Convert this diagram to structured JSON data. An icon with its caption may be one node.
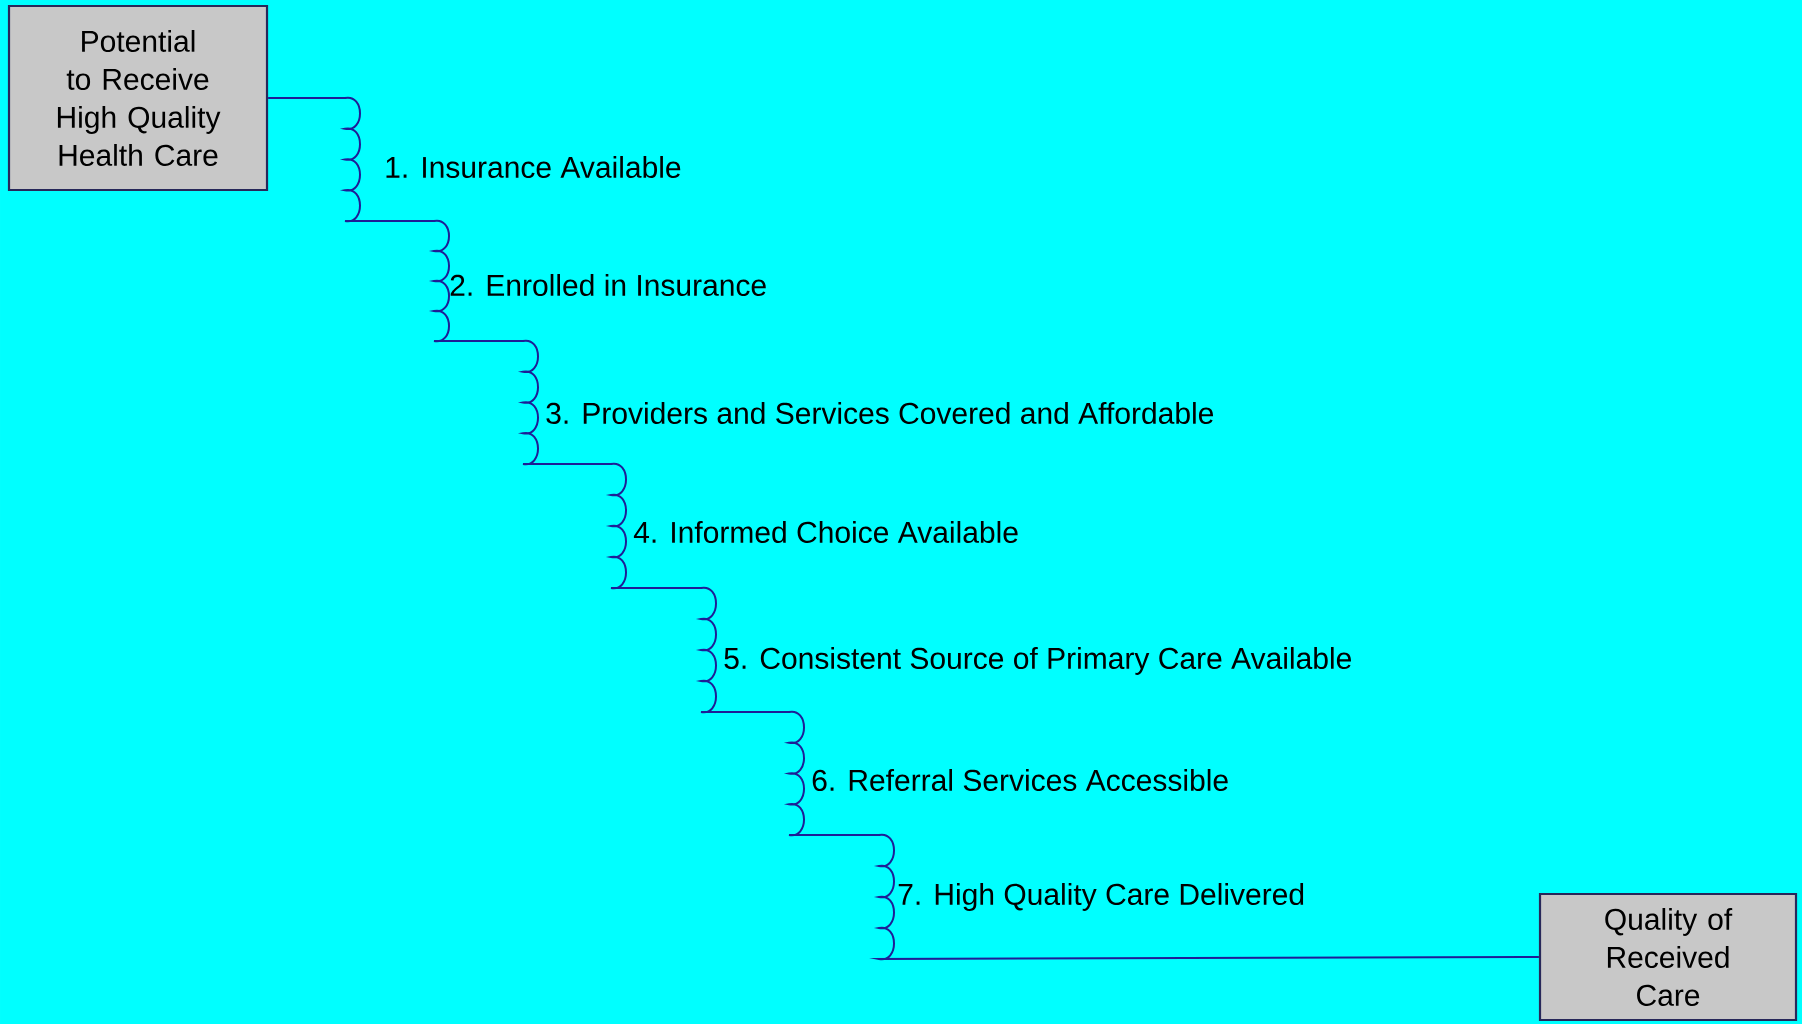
{
  "diagram": {
    "nodes": [
      {
        "text": [
          "Potential to Receive High Quality Health Care"
        ]
      },
      {
        "text": [
          "Quality of Received Care"
        ]
      }
    ],
    "edges": [
      {
        "from": 0,
        "to": 1,
        "arrow": "none"
      }
    ],
    "labels": [
      "1. Insurance Available",
      "2. Enrolled in Insurance",
      "3. Providers and Services Covered and Affordable",
      "4. Informed Choice Available",
      "5. Consistent Source of Primary Care Available",
      "6. Referral Services Accessible",
      "7. High Quality Care Delivered"
    ]
  }
}
